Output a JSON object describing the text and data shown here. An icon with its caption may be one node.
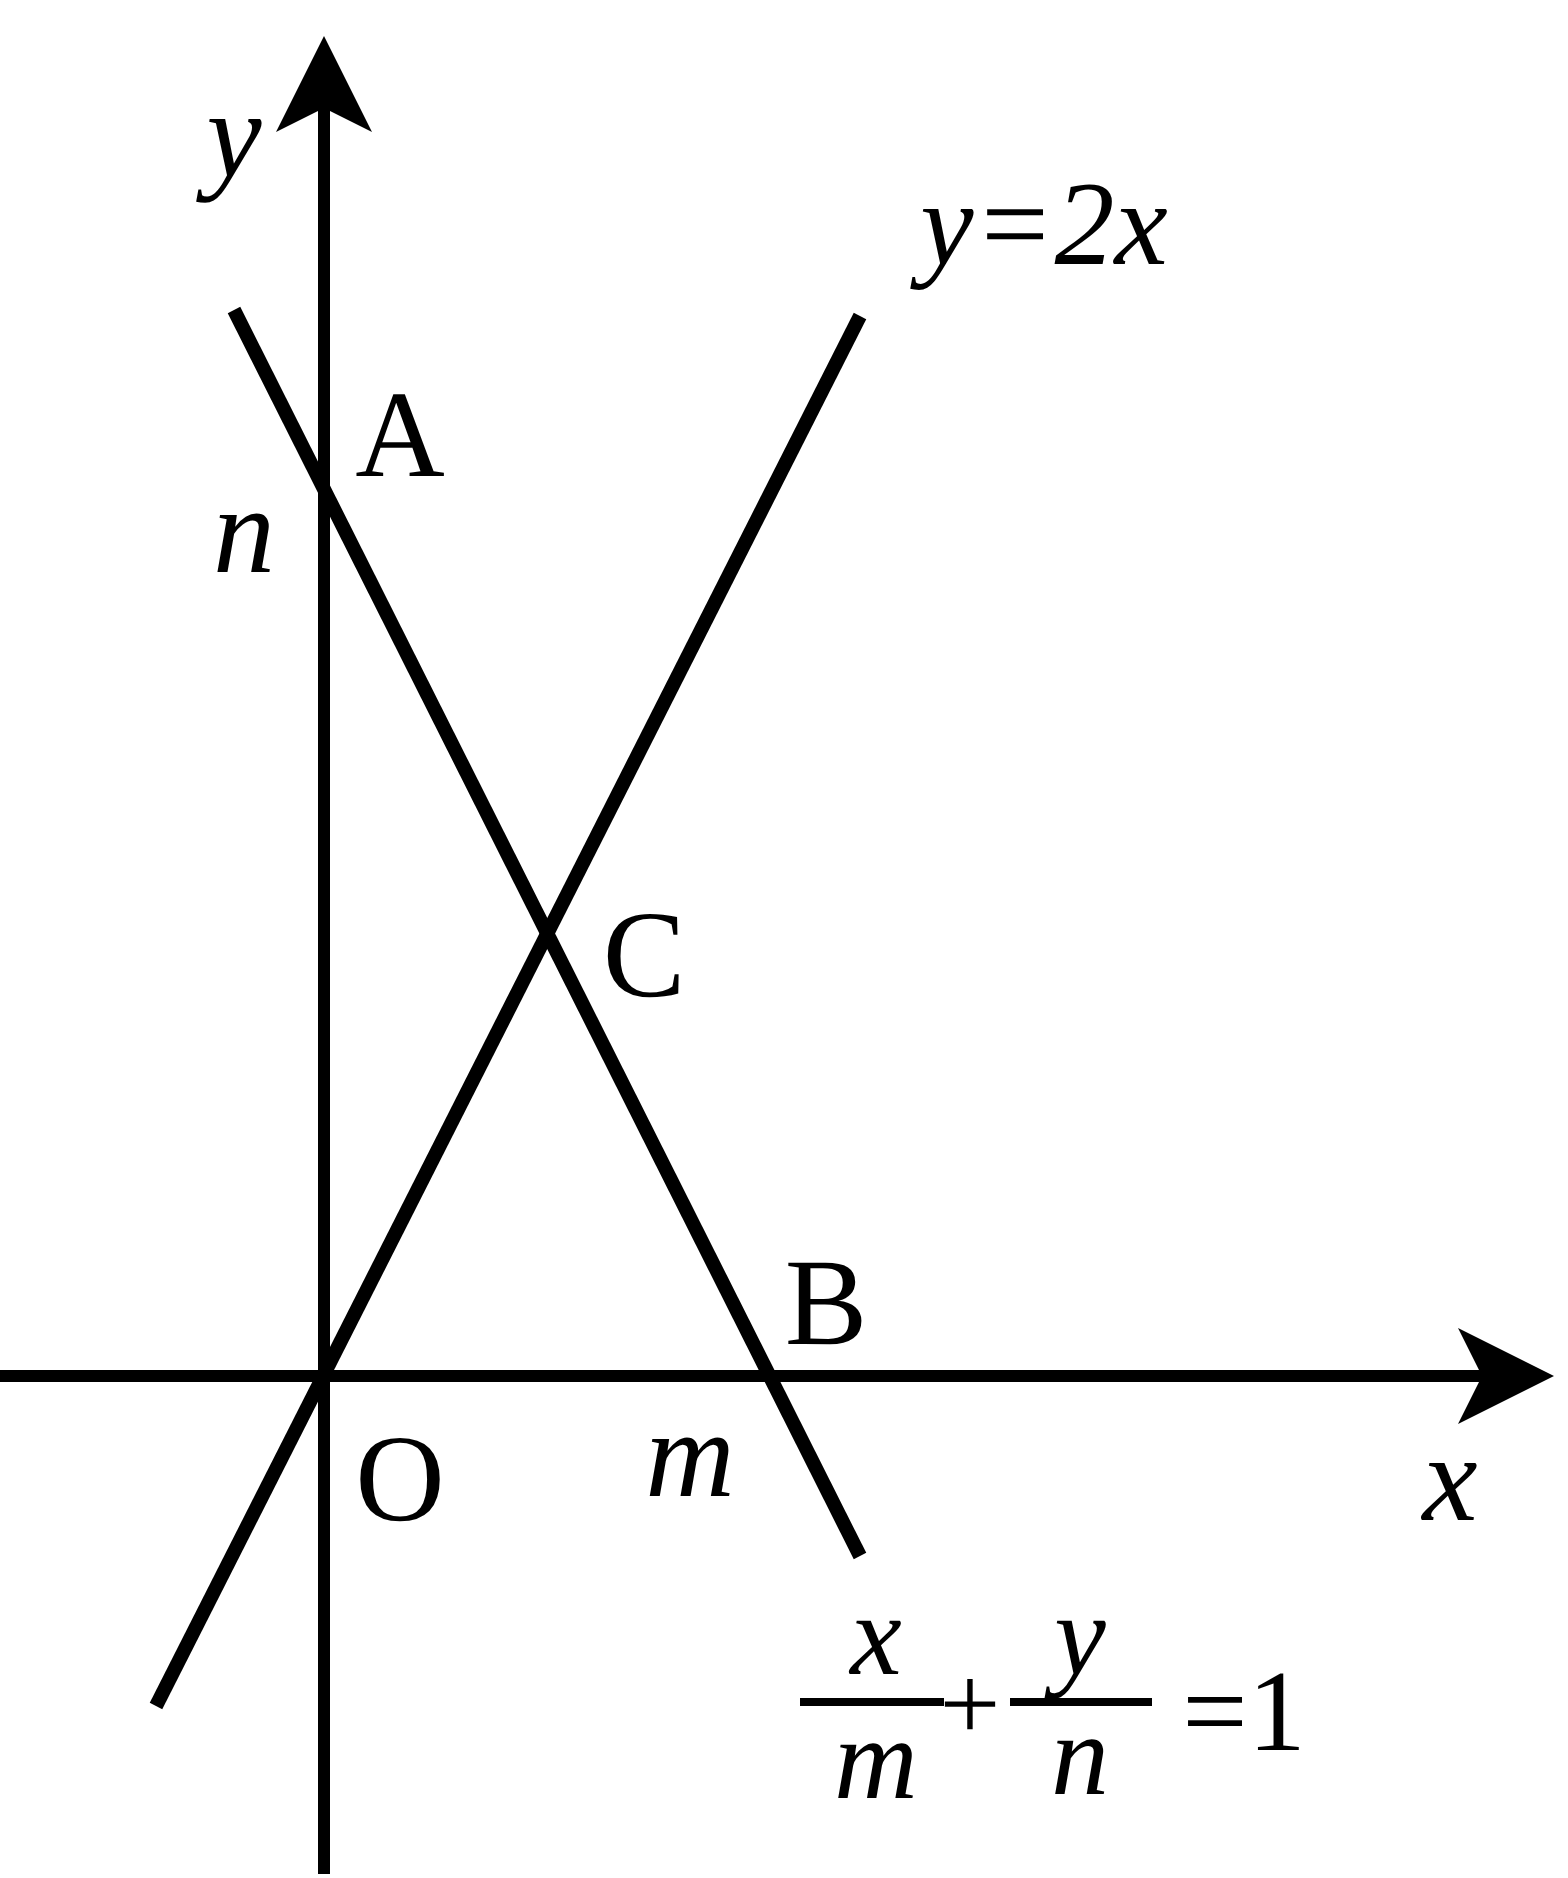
{
  "diagram": {
    "labels": [
      "y",
      "y=2x",
      "A",
      "n",
      "C",
      "B",
      "O",
      "m",
      "x",
      "x",
      "+",
      "y",
      "=1",
      "m",
      "n"
    ]
  }
}
